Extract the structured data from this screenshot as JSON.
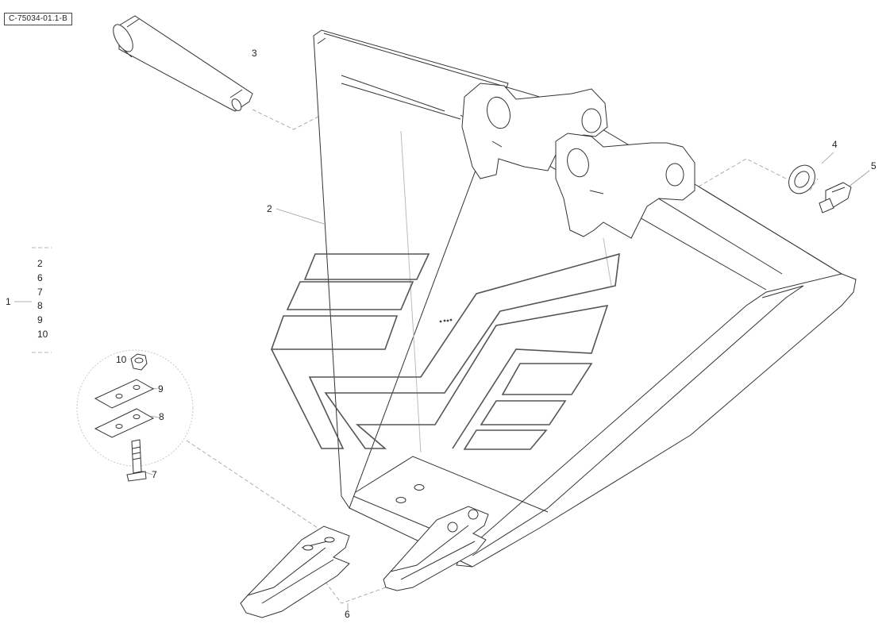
{
  "drawing": {
    "reference": "C-75034-01.1-B"
  },
  "callouts": {
    "kit": "1",
    "bucket": "2",
    "pin": "3",
    "washer": "4",
    "lock_pin": "5",
    "tooth": "6",
    "bolt": "7",
    "shim_lower": "8",
    "shim_upper": "9",
    "nut": "10"
  },
  "kit_contents": [
    "2",
    "6",
    "7",
    "8",
    "9",
    "10"
  ],
  "colors": {
    "line": "#333333",
    "leader": "#999999",
    "logo": "#555555"
  }
}
